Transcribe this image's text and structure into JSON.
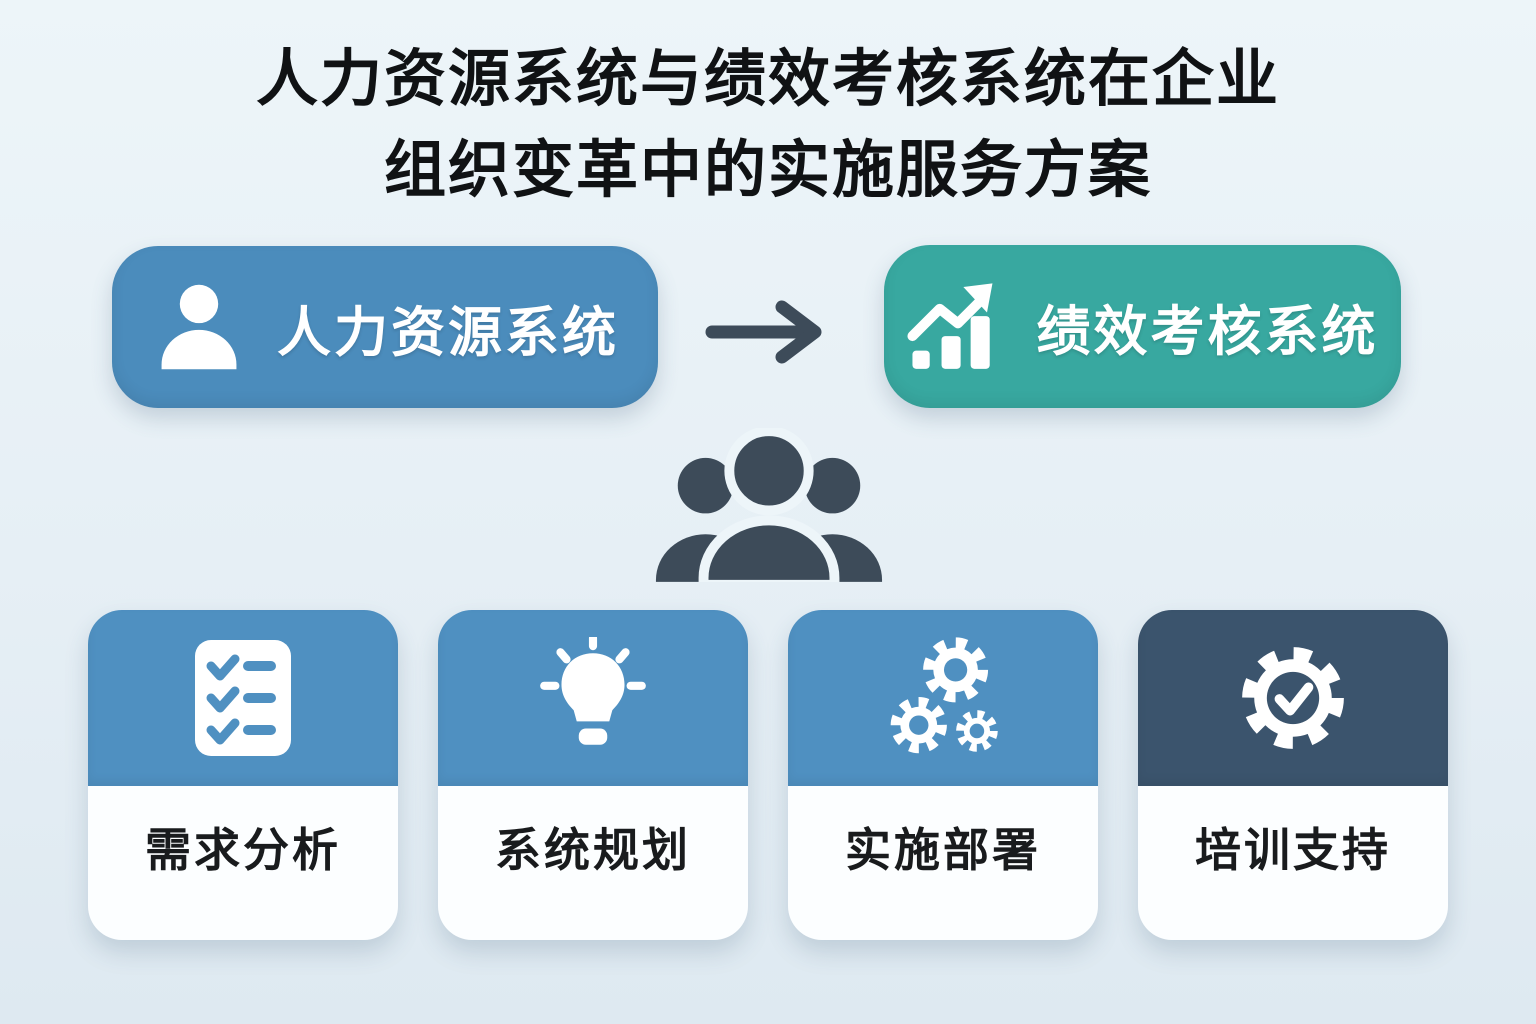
{
  "title": {
    "line1": "人力资源系统与绩效考核系统在企业",
    "line2": "组织变革中的实施服务方案"
  },
  "flow": {
    "source": {
      "label": "人力资源系统",
      "icon": "person-icon",
      "color": "#4b8cbc"
    },
    "connector": {
      "icon": "arrow-right-icon",
      "color": "#3d4b59"
    },
    "target": {
      "label": "绩效考核系统",
      "icon": "growth-chart-icon",
      "color": "#38a8a0"
    },
    "audience_icon": "team-icon"
  },
  "cards": {
    "items": [
      {
        "label": "需求分析",
        "icon": "checklist-icon",
        "header_color": "#4f90c1"
      },
      {
        "label": "系统规划",
        "icon": "lightbulb-icon",
        "header_color": "#4f90c1"
      },
      {
        "label": "实施部署",
        "icon": "gears-icon",
        "header_color": "#4f90c1"
      },
      {
        "label": "培训支持",
        "icon": "gear-check-icon",
        "header_color": "#3b546d"
      }
    ]
  },
  "colors": {
    "bg_top": "#edf5f9",
    "bg_bottom": "#dee9f1",
    "primary_blue": "#4b8cbc",
    "card_blue": "#4f90c1",
    "teal": "#38a8a0",
    "dark_slate": "#3d4b59",
    "navy": "#3b546d",
    "title_ink": "#101214",
    "label_ink": "#191b1d",
    "card_white": "#fcfeff",
    "icon_white": "#ffffff"
  }
}
